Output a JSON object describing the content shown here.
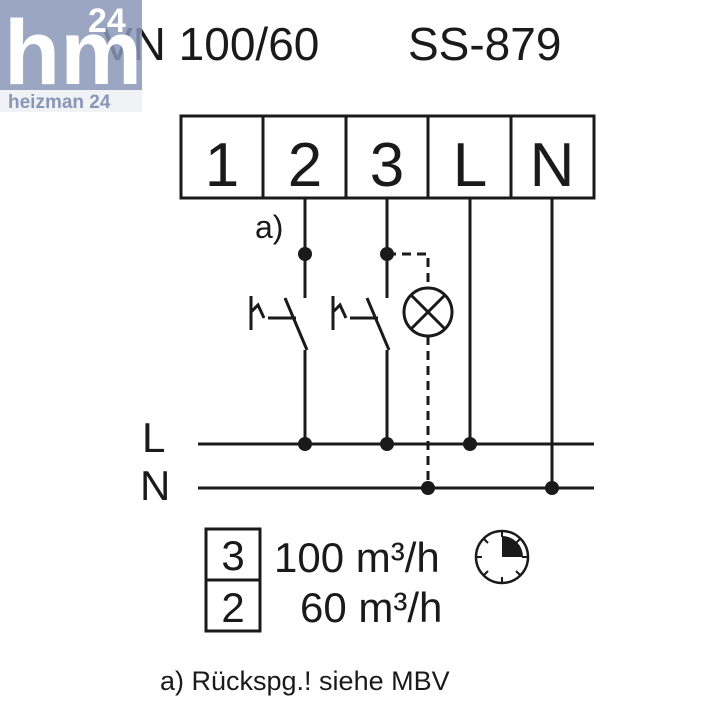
{
  "header": {
    "title_left": "VN 100/60",
    "title_right": "SS-879"
  },
  "logo": {
    "mark": "hm",
    "number": "24",
    "brand": "heizman 24",
    "colors": {
      "block": "#8a96b8",
      "accent": "#d8202a",
      "text": "#ffffff"
    }
  },
  "terminals": [
    "1",
    "2",
    "3",
    "L",
    "N"
  ],
  "annotation_a": "a)",
  "bus": {
    "line_l": "L",
    "line_n": "N"
  },
  "legend": [
    {
      "terminal": "3",
      "text": "100 m³/h",
      "icon": "timer-icon"
    },
    {
      "terminal": "2",
      "text": "60 m³/h"
    }
  ],
  "footnote": "a) Rückspg.! siehe MBV",
  "colors": {
    "ink": "#1a1a1a"
  }
}
